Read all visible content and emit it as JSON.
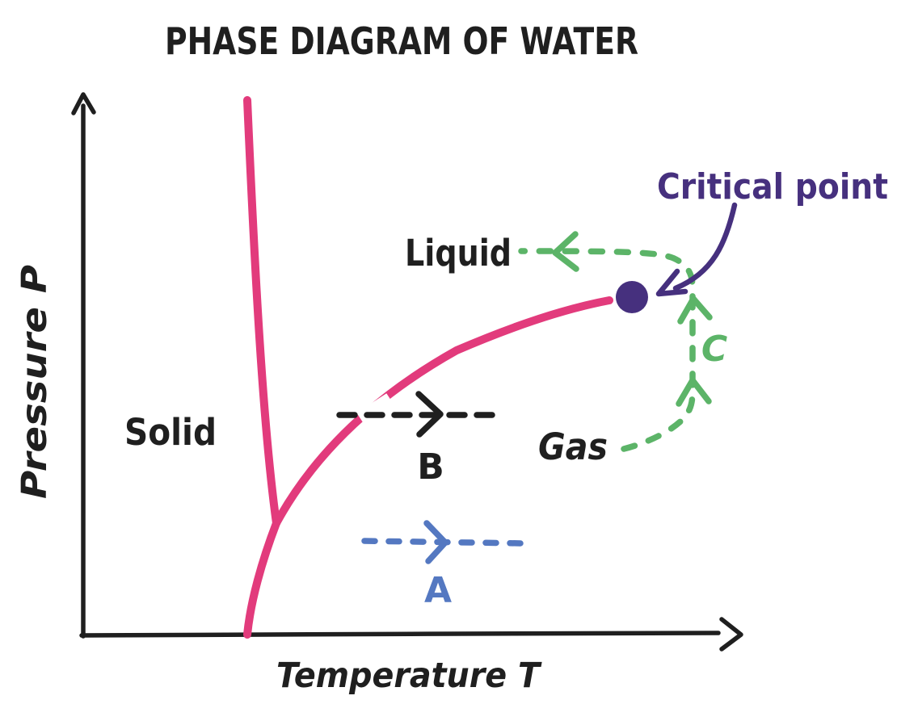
{
  "title": "PHASE DIAGRAM OF WATER",
  "axes": {
    "y_label": "Pressure P",
    "x_label": "Temperature T"
  },
  "regions": {
    "solid": "Solid",
    "liquid": "Liquid",
    "gas": "Gas"
  },
  "critical_point": {
    "label": "Critical point"
  },
  "process_paths": {
    "a": {
      "label": "A",
      "color": "#5478c1",
      "style": "dashed-arrow-right"
    },
    "b": {
      "label": "B",
      "color": "#1f1f1f",
      "style": "dashed-arrow-right"
    },
    "c": {
      "label": "C",
      "color": "#5cb468",
      "style": "dashed-arrow-up"
    }
  },
  "colors": {
    "ink": "#1f1f1f",
    "boundary_pink": "#e23b7c",
    "critical_purple": "#46307e",
    "path_a_blue": "#5478c1",
    "path_b_black": "#1f1f1f",
    "path_c_green": "#5cb468",
    "background": "#ffffff"
  }
}
